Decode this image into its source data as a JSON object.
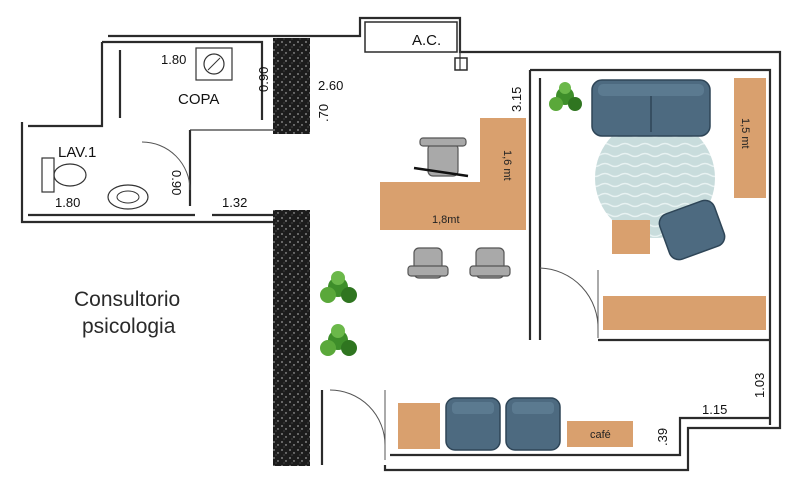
{
  "title": {
    "line1": "Consultorio",
    "line2": "psicologia"
  },
  "rooms": {
    "copa": "COPA",
    "lav": "LAV.1",
    "ac": "A.C."
  },
  "dimensions": {
    "copa_width": "1.80",
    "copa_depth": "0.90",
    "entry_width": "2.60",
    "pillar_gap": ".70",
    "right_height": "3.15",
    "lav_width": "1.80",
    "lav_door": "0.90",
    "lav_bottom": "1.32",
    "right_lower": "1.03",
    "right_step": "1.15",
    "bottom_step": ".39"
  },
  "furniture": {
    "desk_width": "1,8mt",
    "desk_return": "1,6 mt",
    "sideboard": "1,5 mt",
    "cafe": "café"
  },
  "colors": {
    "wall": "#2b2b2b",
    "desk": "#d9a06e",
    "armchair": "#4d6a80",
    "office_chair": "#a9a9a9",
    "rug": "#c8dcdc",
    "plant": "#3e8e2a"
  }
}
